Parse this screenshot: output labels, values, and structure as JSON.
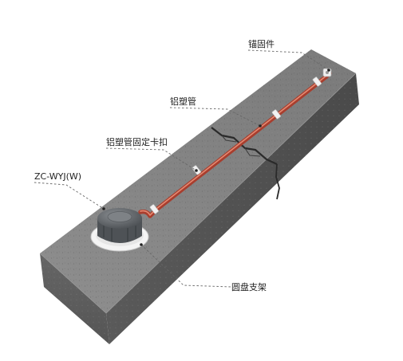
{
  "labels": {
    "anchor": "锚固件",
    "pipe": "铝塑管",
    "clip": "铝塑管固定卡扣",
    "sensor": "ZC-WYJ(W)",
    "bracket": "圆盘支架"
  },
  "colors": {
    "pipe": "#c9503e",
    "pipe_highlight": "#e58a72",
    "leader_line": "#666666",
    "clip": "#f2f2f2",
    "sensor_body": "#5e6266",
    "bracket": "#f4f4f4"
  }
}
